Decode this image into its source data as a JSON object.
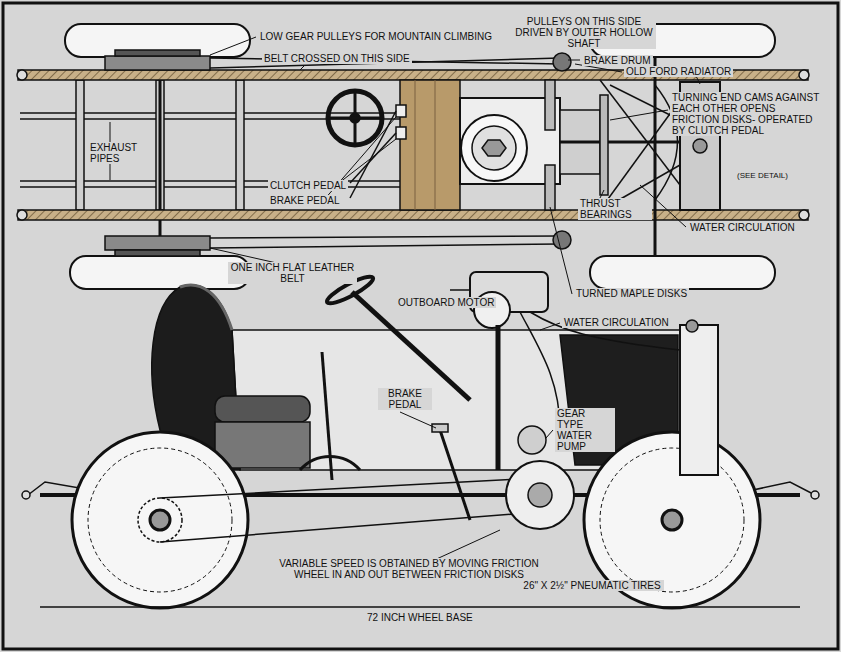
{
  "diagram": {
    "labels": [
      "LOW GEAR PULLEYS FOR MOUNTAIN CLIMBING",
      "PULLEYS ON THIS SIDE DRIVEN BY OUTER HOLLOW SHAFT",
      "BELT CROSSED ON THIS SIDE",
      "BRAKE DRUM",
      "OLD FORD RADIATOR",
      "TURNING END CAMS AGAINST EACH OTHER OPENS FRICTION DISKS- OPERATED BY CLUTCH PEDAL",
      "(SEE DETAIL)",
      "EXHAUST PIPES",
      "CLUTCH PEDAL",
      "BRAKE PEDAL",
      "THRUST BEARINGS",
      "WATER CIRCULATION",
      "ONE INCH FLAT LEATHER BELT",
      "TURNED MAPLE DISKS",
      "OUTBOARD MOTOR",
      "WATER CIRCULATION",
      "BRAKE PEDAL",
      "GEAR TYPE WATER PUMP",
      "VARIABLE SPEED IS OBTAINED BY MOVING FRICTION WHEEL IN AND OUT BETWEEN FRICTION DISKS",
      "26\" X 2½\" PNEUMATIC TIRES",
      "72 INCH WHEEL BASE"
    ]
  }
}
